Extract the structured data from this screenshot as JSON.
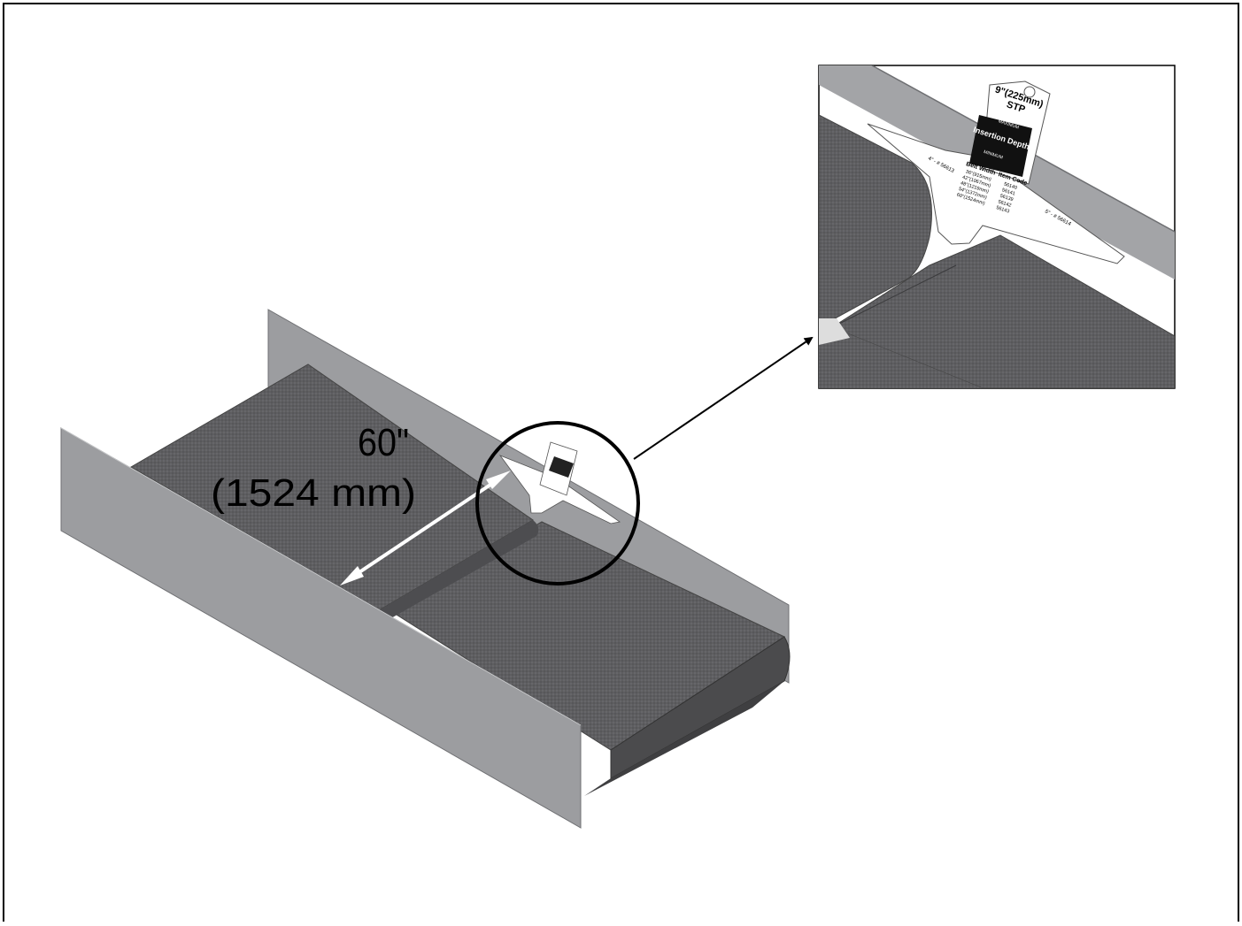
{
  "dimension": {
    "value_in": "60\"",
    "value_mm": "(1524 mm)"
  },
  "tool_label": {
    "size": "9\"(225mm)",
    "type": "STP",
    "maximum": "MAXIMUM",
    "insertion_depth": "Insertion Depth",
    "minimum": "MINIMUM",
    "col_belt_width": "Belt Width",
    "col_item_code": "Item Code",
    "belt_widths": [
      "36\"(915mm)",
      "42\"(1067mm)",
      "48\"(1219mm)",
      "54\"(1372mm)",
      "60\"(1524mm)"
    ],
    "item_codes": [
      "56140",
      "56141",
      "56139",
      "56142",
      "56143"
    ],
    "left_arm": "4\" - # 56613",
    "right_arm": "5\" - # 56614"
  },
  "colors": {
    "frame": "#9c9da0",
    "frame_dark": "#7d7e81",
    "belt": "#5d5d5f",
    "belt_dark": "#4b4b4d",
    "outline": "#000000"
  },
  "icons": [
    "zoom-circle",
    "callout-arrow",
    "dimension-arrow"
  ]
}
